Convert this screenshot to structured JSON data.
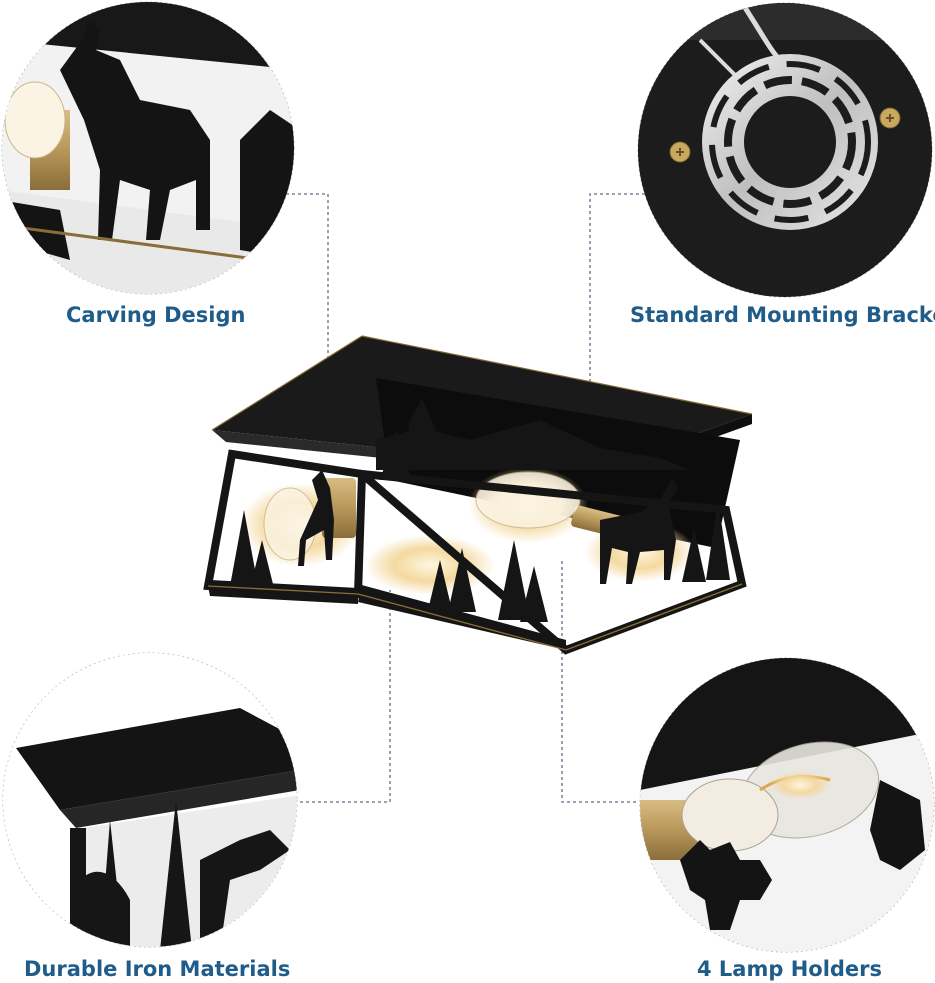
{
  "features": {
    "carving": "Carving Design",
    "mounting": "Standard Mounting Bracket",
    "iron": "Durable Iron Materials",
    "holders": "4 Lamp Holders"
  },
  "colors": {
    "label": "#1f5c8a",
    "callout_line": "#5a6f86",
    "fixture_black": "#151515",
    "brass": "#b8975a",
    "bulb_glow": "#f4d9a0"
  }
}
